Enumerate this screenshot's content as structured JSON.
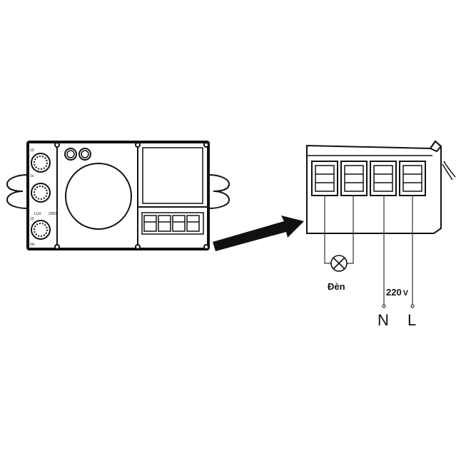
{
  "diagram": {
    "load_label": "Đèn",
    "voltage_label": "220",
    "voltage_unit": "V",
    "neutral_label": "N",
    "line_label": "L",
    "sensor_knob_marks": [
      "10",
      "1s",
      "LUX",
      "2000",
      "10",
      "5m"
    ]
  }
}
